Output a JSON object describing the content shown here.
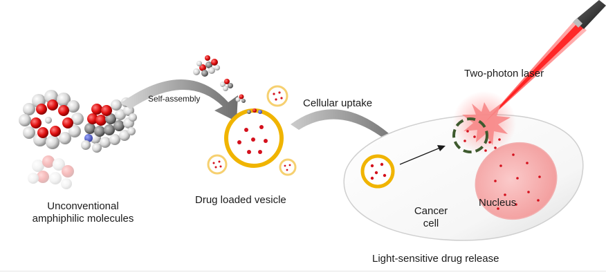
{
  "labels": {
    "molecules_line1": "Unconventional",
    "molecules_line2": "amphiphilic molecules",
    "self_assembly": "Self-assembly",
    "drug_loaded_vesicle": "Drug loaded vesicle",
    "cellular_uptake": "Cellular uptake",
    "two_photon_laser": "Two-photon laser",
    "nucleus": "Nucleus",
    "cancer": "Cancer",
    "cell": "cell",
    "light_release": "Light-sensitive drug release"
  },
  "colors": {
    "vesicle_ring": "#f0b400",
    "drug_dot": "#d4101c",
    "laser": "#ff2020",
    "nucleus": "#f4a8a8",
    "arrow": "#7a7a7a",
    "released_ring": "#3e5a2e"
  },
  "icons": {
    "macrocycle": "macrocycle-molecule-icon",
    "laser_pen": "laser-pen-icon",
    "burst": "laser-burst-icon"
  }
}
